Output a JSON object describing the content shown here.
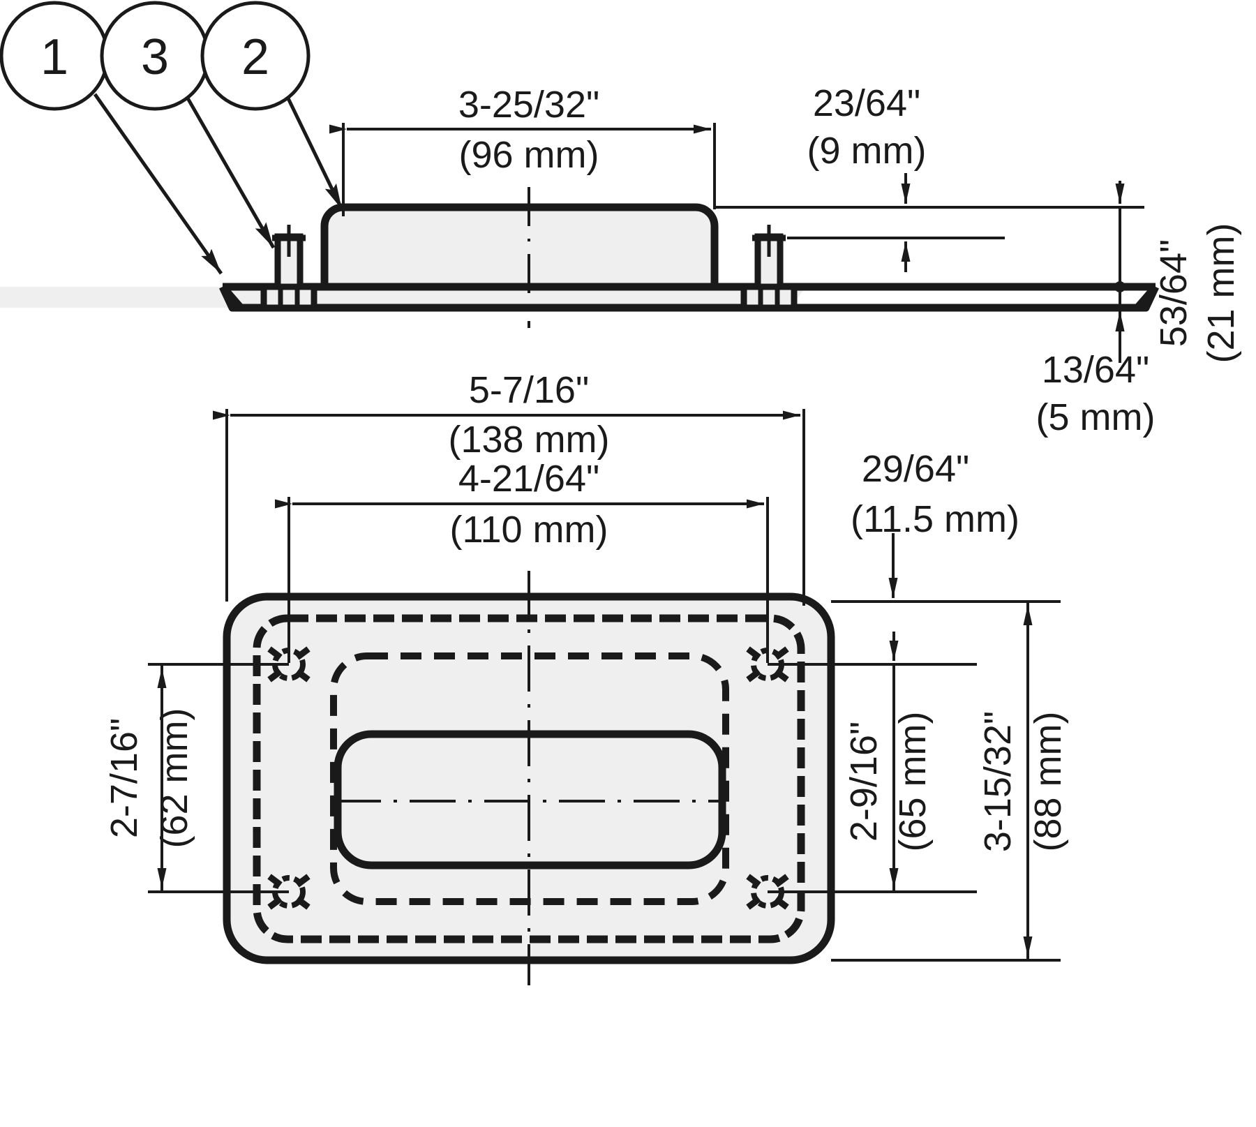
{
  "drawing": {
    "title": "Recessed flush pull handle technical drawing",
    "views": [
      {
        "name": "section-side-view"
      },
      {
        "name": "front-plan-view"
      }
    ],
    "balloons": [
      {
        "id": "1",
        "label": "1"
      },
      {
        "id": "3",
        "label": "3"
      },
      {
        "id": "2",
        "label": "2"
      }
    ],
    "dimensions": {
      "top_width": {
        "imperial": "3-25/32\"",
        "metric": "(96 mm)"
      },
      "offset_9mm": {
        "imperial": "23/64\"",
        "metric": "(9 mm)"
      },
      "height_21mm": {
        "imperial": "53/64\"",
        "metric": "(21 mm)"
      },
      "flange_5mm": {
        "imperial": "13/64\"",
        "metric": "(5 mm)"
      },
      "overall_width": {
        "imperial": "5-7/16\"",
        "metric": "(138 mm)"
      },
      "screw_width": {
        "imperial": "4-21/64\"",
        "metric": "(110 mm)"
      },
      "edge_115mm": {
        "imperial": "29/64\"",
        "metric": "(11.5 mm)"
      },
      "screw_height": {
        "imperial": "2-7/16\"",
        "metric": "(62 mm)"
      },
      "inner_height": {
        "imperial": "2-9/16\"",
        "metric": "(65 mm)"
      },
      "overall_height": {
        "imperial": "3-15/32\"",
        "metric": "(88 mm)"
      }
    },
    "colors": {
      "line": "#1a1a1a",
      "fill": "#efefef",
      "background": "#ffffff"
    }
  }
}
